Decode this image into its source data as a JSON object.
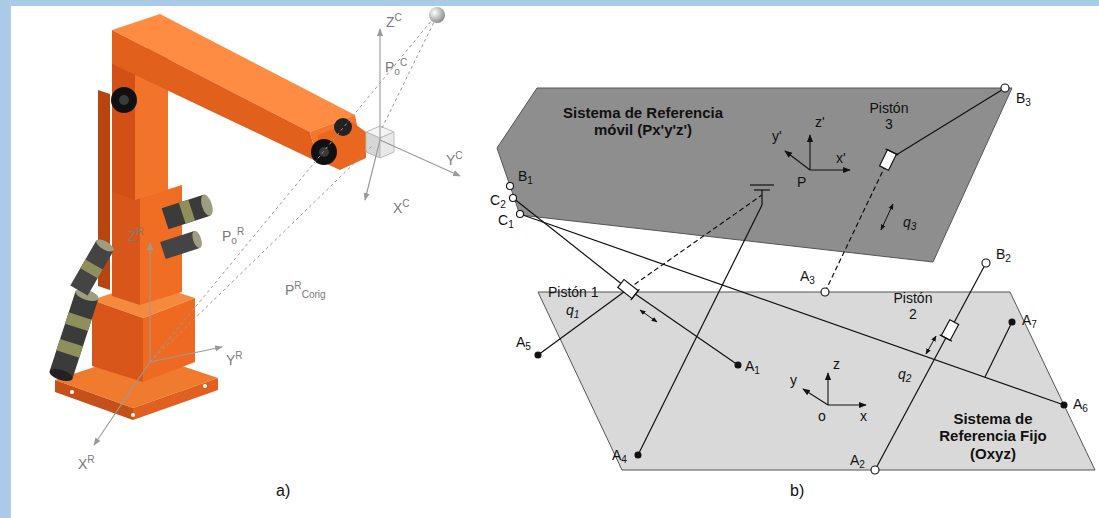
{
  "diagram": {
    "nodes": [
      {
        "text": [
          "Sistema de Referencia móvil (Px'y'z')"
        ]
      },
      {
        "text": [
          "Sistema de Referencia Fijo (Oxyz)"
        ]
      }
    ],
    "labels": [
      "ZC",
      "YC",
      "XC",
      "PoC",
      "PoR",
      "PRCorig",
      "ZR",
      "YR",
      "XR",
      "a)",
      "B1",
      "C2",
      "C1",
      "Pistón 1",
      "q1",
      "A5",
      "A1",
      "A4",
      "y'",
      "z'",
      "x'",
      "P",
      "Pistón 3",
      "B3",
      "q3",
      "A3",
      "B2",
      "Pistón 2",
      "q2",
      "A7",
      "A6",
      "z",
      "y",
      "o",
      "x",
      "A2",
      "b)"
    ]
  }
}
